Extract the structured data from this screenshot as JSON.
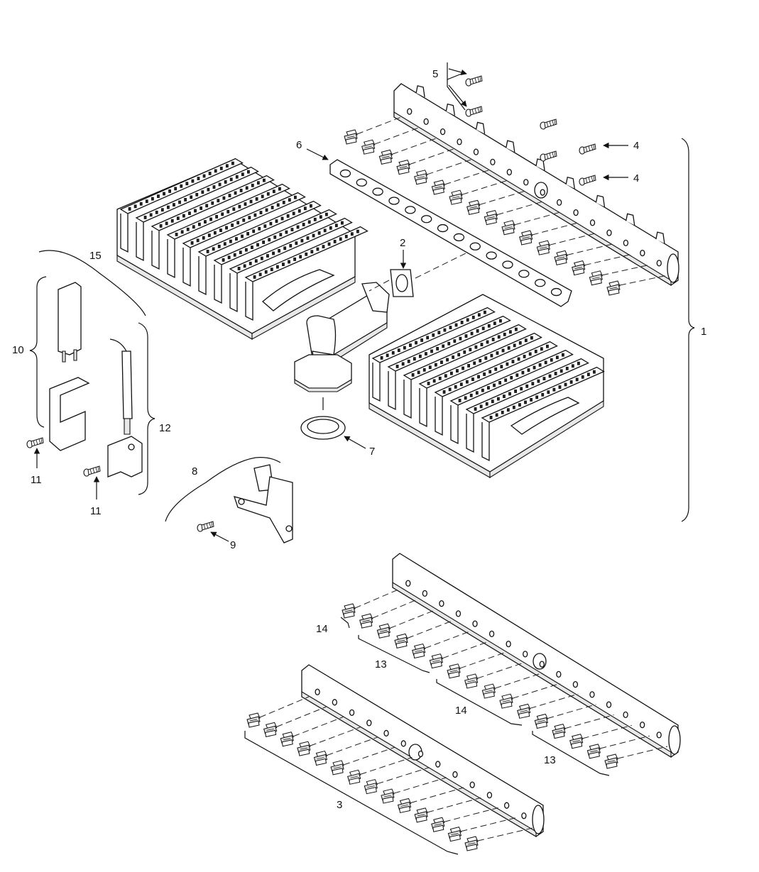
{
  "diagram": {
    "callouts": [
      {
        "id": "1",
        "text": "1"
      },
      {
        "id": "2",
        "text": "2"
      },
      {
        "id": "3",
        "text": "3"
      },
      {
        "id": "4a",
        "text": "4"
      },
      {
        "id": "4b",
        "text": "4"
      },
      {
        "id": "5",
        "text": "5"
      },
      {
        "id": "6",
        "text": "6"
      },
      {
        "id": "7",
        "text": "7"
      },
      {
        "id": "8",
        "text": "8"
      },
      {
        "id": "9",
        "text": "9"
      },
      {
        "id": "10",
        "text": "10"
      },
      {
        "id": "11a",
        "text": "11"
      },
      {
        "id": "11b",
        "text": "11"
      },
      {
        "id": "12",
        "text": "12"
      },
      {
        "id": "13a",
        "text": "13"
      },
      {
        "id": "13b",
        "text": "13"
      },
      {
        "id": "14a",
        "text": "14"
      },
      {
        "id": "14b",
        "text": "14"
      },
      {
        "id": "15",
        "text": "15"
      }
    ]
  }
}
